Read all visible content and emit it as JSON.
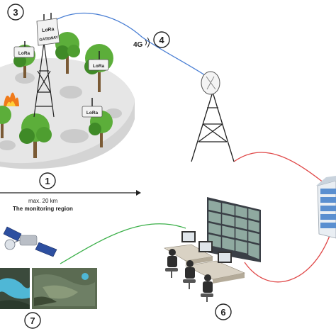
{
  "diagram": {
    "markers": {
      "m1": "1",
      "m3": "3",
      "m4": "4",
      "m6": "6",
      "m7": "7"
    },
    "sensor_label": "LoRa",
    "gateway_label_top": "LoRa",
    "gateway_label_bottom": "GATEWAY",
    "network_label": "4G",
    "distance_label": "max. 20 km",
    "region_label": "The monitoring region",
    "colors": {
      "link_blue": "#4a7fd4",
      "link_red": "#e04848",
      "link_green": "#3cb04a",
      "tree": "#5cae3a",
      "tree_dark": "#3f8a27",
      "platform": "#e6e6e6",
      "fire": "#f07a1a"
    }
  }
}
